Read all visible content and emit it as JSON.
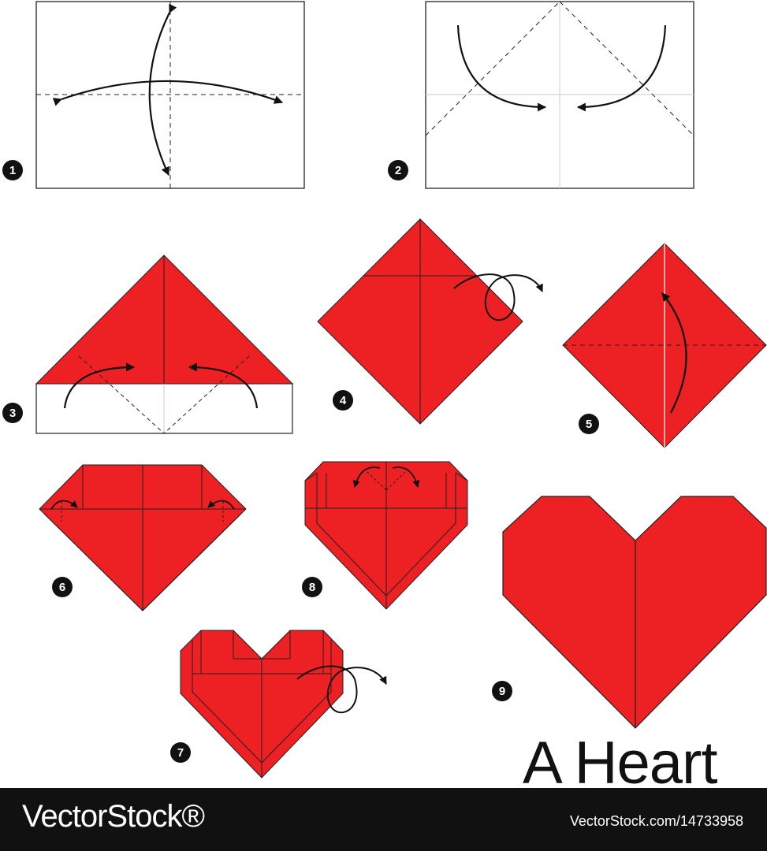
{
  "title": "A Heart",
  "steps": [
    "1",
    "2",
    "3",
    "4",
    "5",
    "6",
    "7",
    "8",
    "9"
  ],
  "footer": {
    "logo": "VectorStock®",
    "id": "VectorStock.com/14733958"
  },
  "colors": {
    "paper_red": "#ed2024",
    "line": "#111111",
    "background": "#ffffff",
    "footer": "#111111"
  }
}
